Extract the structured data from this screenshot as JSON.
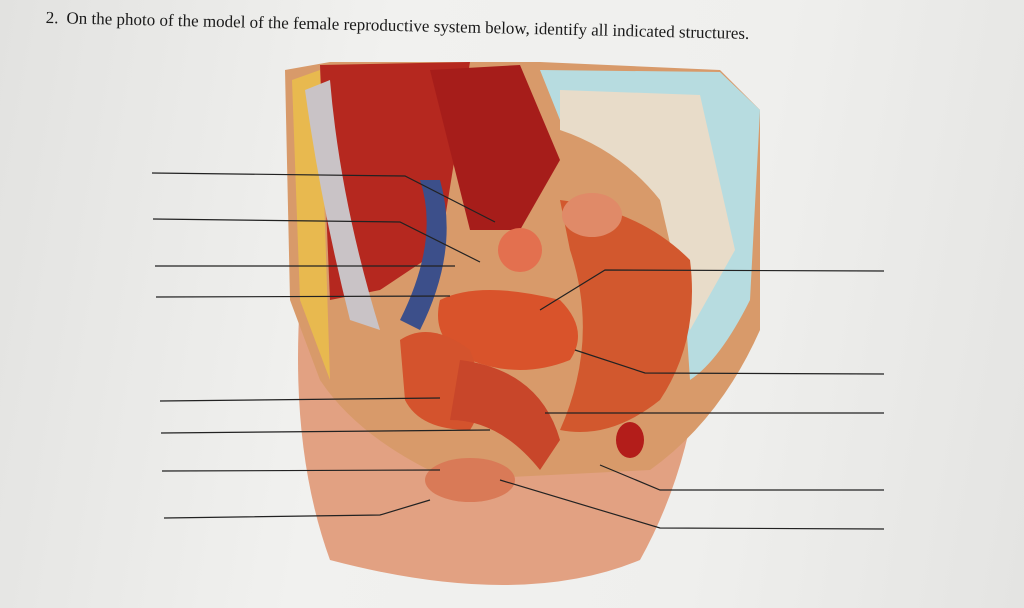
{
  "question": {
    "number": "2.",
    "text": "On the photo of the model of the female reproductive system below, identify all indicated structures."
  },
  "label_lines": {
    "left_count": 8,
    "right_count": 5
  }
}
